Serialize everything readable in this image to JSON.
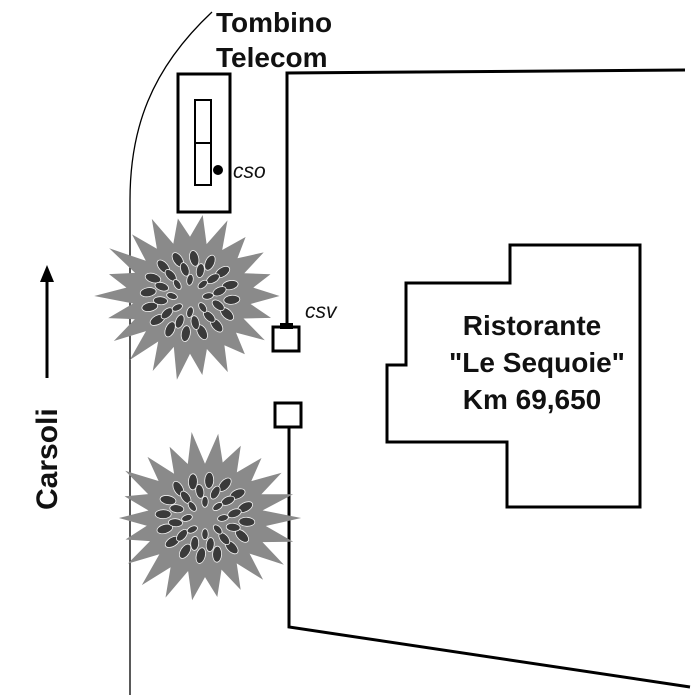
{
  "labels": {
    "tombino_line1": "Tombino",
    "tombino_line2": "Telecom",
    "cso": "cso",
    "csv": "csv",
    "direction": "Carsoli",
    "ristorante_line1": "Ristorante",
    "ristorante_line2": "\"Le Sequoie\"",
    "ristorante_line3": "Km 69,650"
  },
  "colors": {
    "line": "#000000",
    "tree_canopy": "#8a8a8a",
    "tree_leaf": "#3a3a3a",
    "background": "#ffffff"
  },
  "icons": {
    "direction_arrow": "arrow-up-icon",
    "trees": "tree-icon"
  }
}
